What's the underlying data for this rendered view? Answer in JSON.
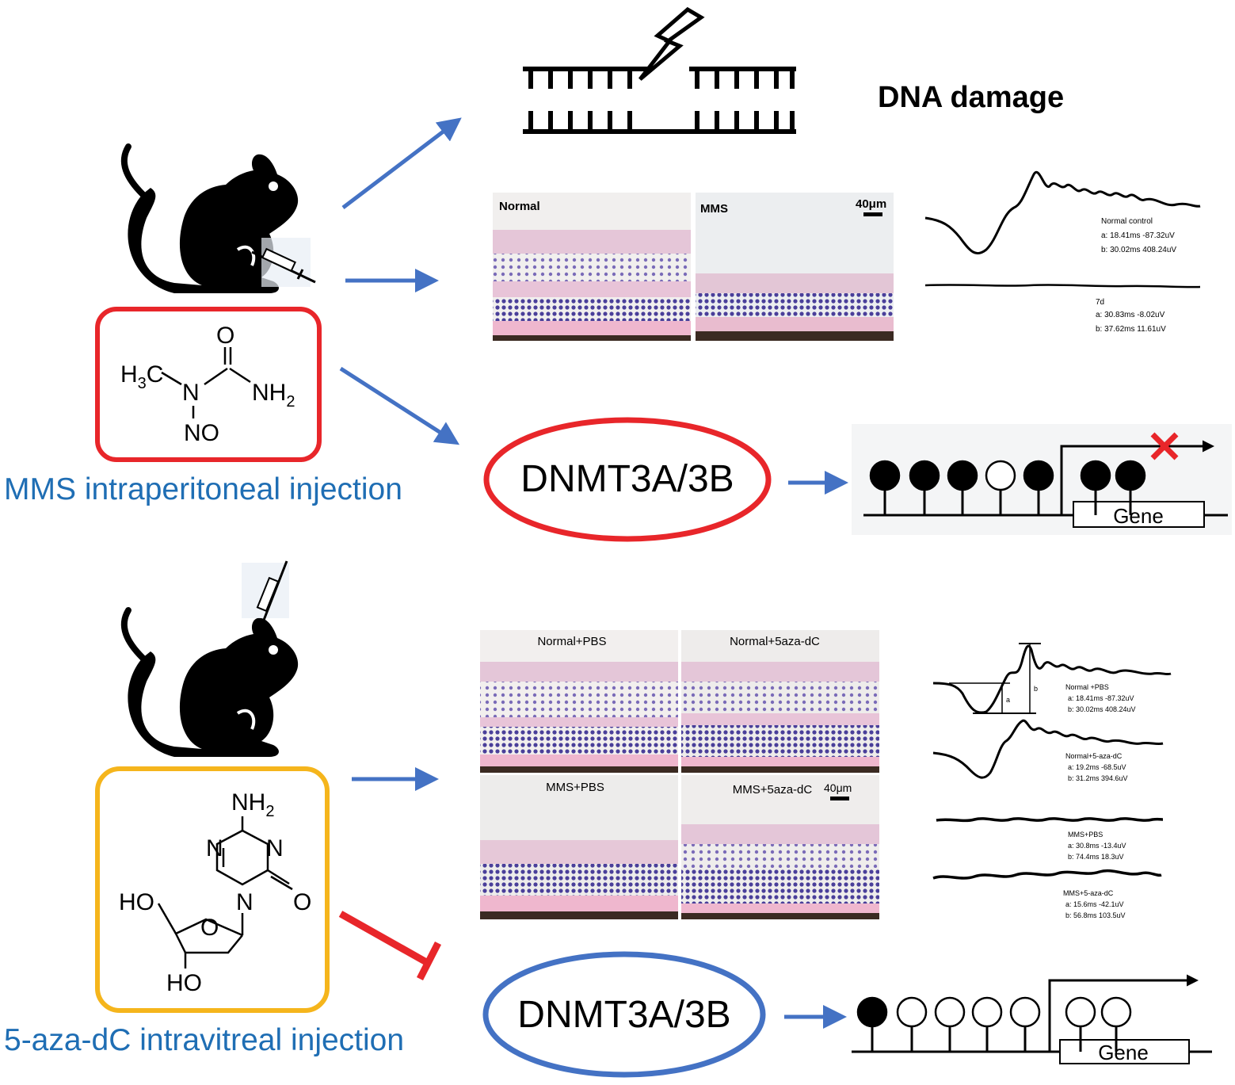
{
  "top": {
    "dna_damage_label": "DNA damage",
    "mms_compound": {
      "h3c": "H",
      "h3c_sub": "3",
      "h3c_c": "C",
      "n": "N",
      "o": "O",
      "nh2": "NH",
      "nh2_sub": "2",
      "no": "NO"
    },
    "injection_label": "MMS intraperitoneal injection",
    "histology": {
      "panel_normal": "Normal",
      "panel_mms": "MMS",
      "scale": "40μm"
    },
    "erg": {
      "normal_title": "Normal control",
      "normal_a": "a:  18.41ms  -87.32uV",
      "normal_b": "b:  30.02ms  408.24uV",
      "day_title": "7d",
      "day_a": "a:  30.83ms  -8.02uV",
      "day_b": "b:  37.62ms  11.61uV"
    },
    "enzyme": "DNMT3A/3B",
    "gene_label": "Gene",
    "methylation_sites": [
      "filled",
      "filled",
      "filled",
      "open",
      "filled",
      "filled",
      "filled"
    ]
  },
  "bottom": {
    "aza_compound": {
      "nh2": "NH",
      "nh2_sub": "2",
      "n1": "N",
      "n2": "N",
      "n3": "N",
      "o_ring": "O",
      "o_keto": "O",
      "ho1": "HO",
      "ho2": "HO"
    },
    "injection_label": "5-aza-dC intravitreal injection",
    "histology": {
      "panel_1": "Normal+PBS",
      "panel_2": "Normal+5aza-dC",
      "panel_3": "MMS+PBS",
      "panel_4": "MMS+5aza-dC",
      "scale": "40μm"
    },
    "erg": {
      "marker_a": "a",
      "marker_b": "b",
      "g1_title": "Normal +PBS",
      "g1_a": "a:  18.41ms  -87.32uV",
      "g1_b": "b:  30.02ms  408.24uV",
      "g2_title": "Normal+5-aza-dC",
      "g2_a": "a:  19.2ms  -68.5uV",
      "g2_b": "b:  31.2ms  394.6uV",
      "g3_title": "MMS+PBS",
      "g3_a": "a:  30.8ms  -13.4uV",
      "g3_b": "b:  74.4ms  18.3uV",
      "g4_title": "MMS+5-aza-dC",
      "g4_a": "a:  15.6ms  -42.1uV",
      "g4_b": "b:  56.8ms  103.5uV"
    },
    "enzyme": "DNMT3A/3B",
    "gene_label": "Gene",
    "methylation_sites": [
      "filled",
      "open",
      "open",
      "open",
      "open",
      "open",
      "open"
    ]
  },
  "colors": {
    "arrow_blue": "#4472c4",
    "inhibit_red": "#e8262a",
    "box_red": "#e8262a",
    "box_yellow": "#f5b51c",
    "label_blue": "#1f6eb4",
    "ellipse_red": "#e8262a",
    "ellipse_blue": "#4472c4"
  }
}
